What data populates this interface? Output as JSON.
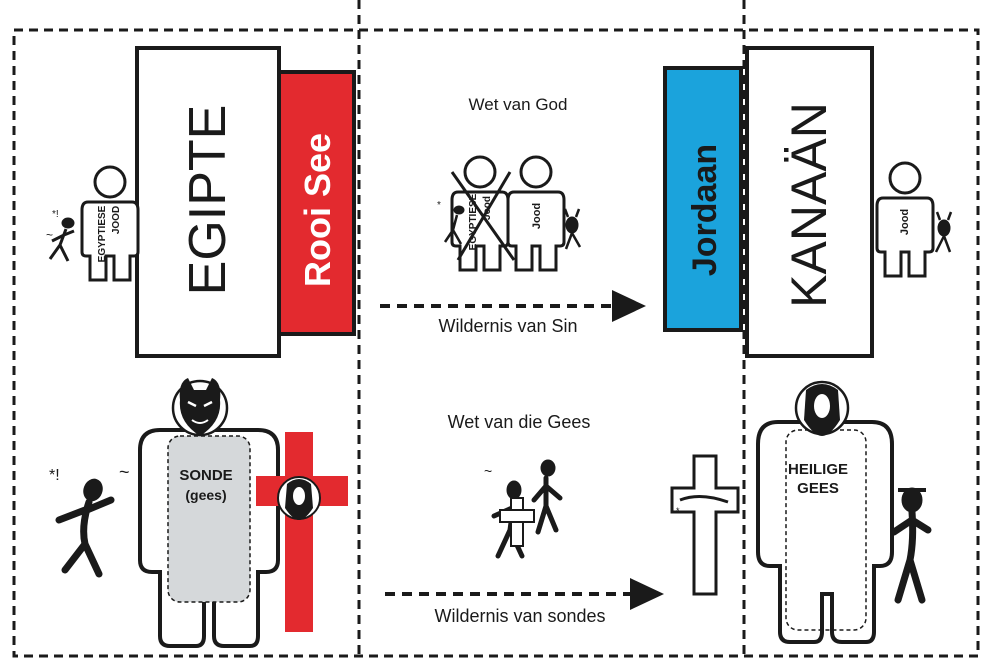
{
  "blocks": {
    "egipte": "EGIPTE",
    "rooi_see": "Rooi See",
    "jordaan": "Jordaan",
    "kanaan": "KANAÄN"
  },
  "figures": {
    "egyptiese_jood": [
      "EGYPTIESE",
      "JOOD"
    ],
    "egyptiese_crossed": [
      "EGYPTIESE",
      "Jood"
    ],
    "jood_middle": "Jood",
    "jood_right": "Jood",
    "sonde": "SONDE",
    "gees": "(gees)",
    "heilige": "HEILIGE",
    "heilige_gees": "GEES"
  },
  "labels": {
    "wet_van_god": "Wet van God",
    "wildernis_van_sin": "Wildernis van Sin",
    "wet_van_die_gees": "Wet van die Gees",
    "wildernis_van_sondes": "Wildernis van sondes"
  },
  "icons": {
    "devil": "devil-face-icon",
    "jesus": "jesus-portrait-icon",
    "cross": "cross-icon",
    "stick_figure": "stick-figure-icon"
  },
  "colors": {
    "rooi_see": "#e32a2f",
    "jordaan": "#1ba3dc",
    "cross_red": "#e32a2f",
    "sonde_gray": "#d5d8da",
    "line": "#1a1a1a"
  }
}
